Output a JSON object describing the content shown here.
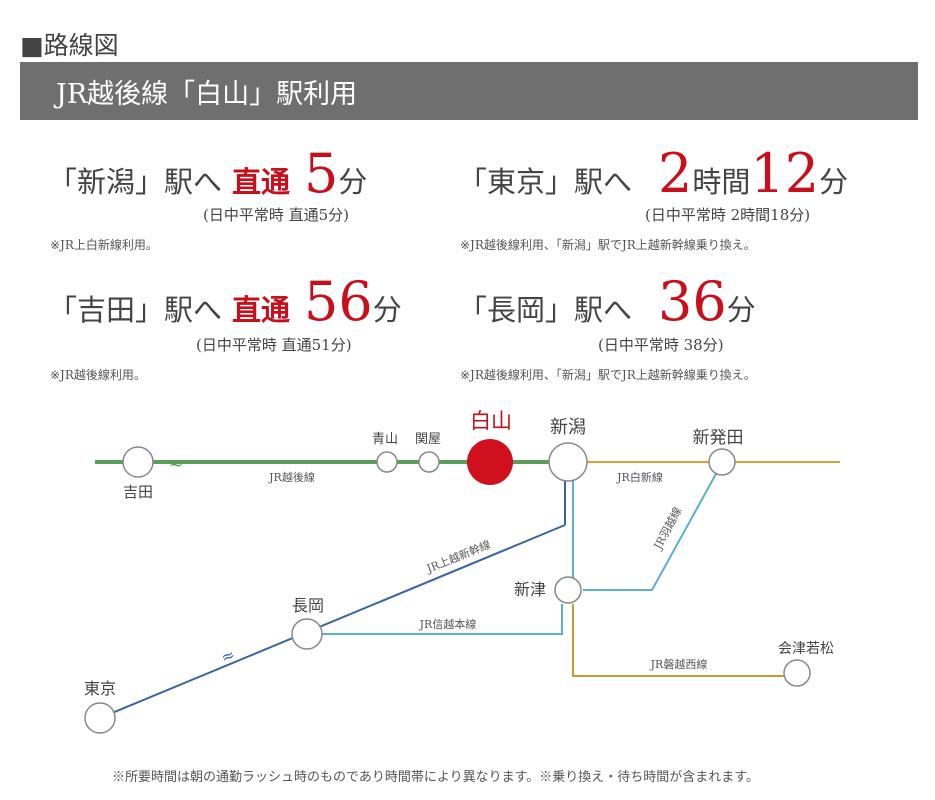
{
  "section": {
    "title": "■路線図"
  },
  "header": {
    "text": "JR越後線「白山」駅利用"
  },
  "routes": {
    "niigata": {
      "dest": "「新潟」駅へ",
      "direct": "直通",
      "time": "5",
      "unit": "分",
      "normal": "(日中平常時 直通5分)",
      "note": "※JR上白新線利用。"
    },
    "tokyo": {
      "dest": "「東京」駅へ",
      "h": "2",
      "h_unit": "時間",
      "m": "12",
      "m_unit": "分",
      "normal": "(日中平常時 2時間18分)",
      "note": "※JR越後線利用、「新潟」駅でJR上越新幹線乗り換え。"
    },
    "yoshida": {
      "dest": "「吉田」駅へ",
      "direct": "直通",
      "time": "56",
      "unit": "分",
      "normal": "(日中平常時 直通51分)",
      "note": "※JR越後線利用。"
    },
    "nagaoka": {
      "dest": "「長岡」駅へ",
      "time": "36",
      "unit": "分",
      "normal": "(日中平常時 38分)",
      "note": "※JR越後線利用、「新潟」駅でJR上越新幹線乗り換え。"
    }
  },
  "map": {
    "stations": {
      "yoshida": "吉田",
      "aoyama": "青山",
      "sekiya": "関屋",
      "hakusan": "白山",
      "niigata": "新潟",
      "shibata": "新発田",
      "niitsu": "新津",
      "nagaoka": "長岡",
      "tokyo": "東京",
      "aizu": "会津若松"
    },
    "lines": {
      "echigo": "JR越後線",
      "hakushin": "JR白新線",
      "joetsu_shinkansen": "JR上越新幹線",
      "shinetsu": "JR信越本線",
      "uetsu": "JR羽越線",
      "banetsu_west": "JR磐越西線"
    },
    "colors": {
      "echigo": "#5a9e5a",
      "hakushin": "#e3a030",
      "joetsu_shinkansen": "#3a64a0",
      "shinetsu": "#5bb0cc",
      "uetsu": "#5bb0cc",
      "banetsu_west": "#c79a2e",
      "highlight": "#d0101c"
    }
  },
  "footer": {
    "text": "※所要時間は朝の通勤ラッシュ時のものであり時間帯により異なります。※乗り換え・待ち時間が含まれます。"
  }
}
